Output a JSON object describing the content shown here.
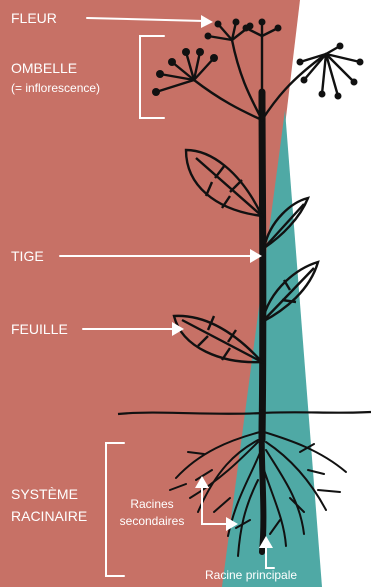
{
  "colors": {
    "terracotta": "#c77166",
    "teal": "#4fa9a5",
    "plant": "#111111",
    "label": "#ffffff"
  },
  "labels": {
    "fleur": "FLEUR",
    "ombelle": "OMBELLE",
    "inflorescence": "(= inflorescence)",
    "tige": "TIGE",
    "feuille": "FEUILLE",
    "systeme_line1": "SYSTÈME",
    "systeme_line2": "RACINAIRE",
    "racines_line1": "Racines",
    "racines_line2": "secondaires",
    "racine_principale": "Racine principale"
  }
}
